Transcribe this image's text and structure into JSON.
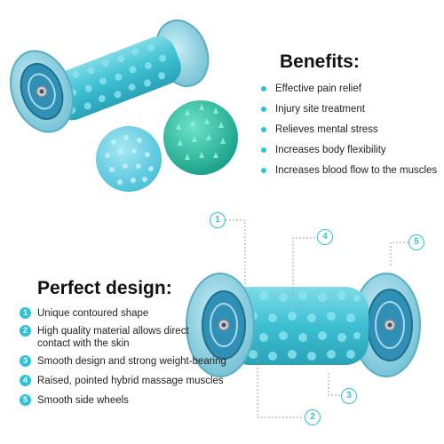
{
  "benefits": {
    "title": "Benefits:",
    "items": [
      "Effective pain relief",
      "Injury site treatment",
      "Relieves mental stress",
      "Increases body flexibility",
      "Increases blood flow to the muscles"
    ]
  },
  "design": {
    "title": "Perfect design:",
    "items": [
      {
        "number": "1",
        "text": "Unique contoured shape"
      },
      {
        "number": "2",
        "text": "High quality material allows direct contact with the skin"
      },
      {
        "number": "3",
        "text": "Smooth design and strong weight-bearing"
      },
      {
        "number": "4",
        "text": "Raised, pointed hybrid massage muscles"
      },
      {
        "number": "5",
        "text": "Smooth side wheels"
      }
    ]
  },
  "callouts": [
    "1",
    "2",
    "3",
    "4",
    "5"
  ],
  "colors": {
    "accent": "#2cc3d8",
    "roller": "#49c6d6",
    "wheel": "#8fd4e4",
    "ball_light": "#6fd3e8",
    "ball_green": "#2fc4a6"
  }
}
